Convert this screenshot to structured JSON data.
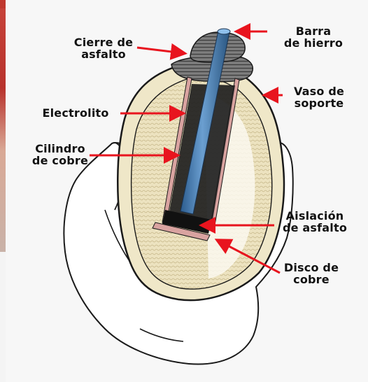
{
  "labels": {
    "barra_hierro": "Barra\nde hierro",
    "cierre_asfalto": "Cierre de\nasfalto",
    "vaso_soporte": "Vaso de\nsoporte",
    "electrolito": "Electrolito",
    "cilindro_cobre": "Cilindro\nde cobre",
    "aislacion_asfalto": "Aislación\nde asfalto",
    "disco_cobre": "Disco de\ncobre"
  },
  "colors": {
    "arrow": "#e8141e",
    "vessel_fill": "#efe7c8",
    "vessel_outline": "#1a1a1a",
    "iron_rod": "#4a7fb4",
    "copper": "#d9a3a0",
    "asphalt": "#6f6f6f",
    "electrolyte": "#1e1e1e",
    "hand": "#ffffff"
  }
}
